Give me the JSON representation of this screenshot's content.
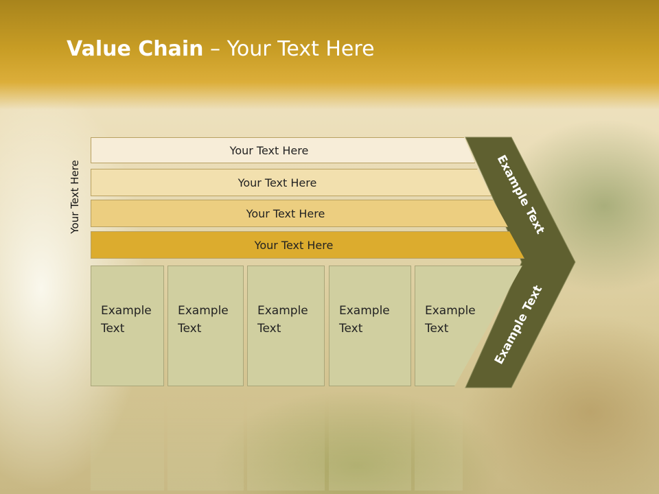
{
  "title": {
    "bold": "Value Chain",
    "rest": " – Your Text Here"
  },
  "side_label": "Your Text Here",
  "bars": [
    {
      "label": "Your Text Here",
      "color": "#f7edd8"
    },
    {
      "label": "Your Text Here",
      "color": "#f2e0ae"
    },
    {
      "label": "Your Text Here",
      "color": "#ecce80"
    },
    {
      "label": "Your Text Here",
      "color": "#dcac2e"
    }
  ],
  "columns": [
    {
      "line1": "Example",
      "line2": "Text"
    },
    {
      "line1": "Example",
      "line2": "Text"
    },
    {
      "line1": "Example",
      "line2": "Text"
    },
    {
      "line1": "Example",
      "line2": "Text"
    },
    {
      "line1": "Example",
      "line2": "Text"
    }
  ],
  "chevron": {
    "upper_label": "Example Text",
    "lower_label": "Example Text",
    "color": "#5f6030"
  }
}
